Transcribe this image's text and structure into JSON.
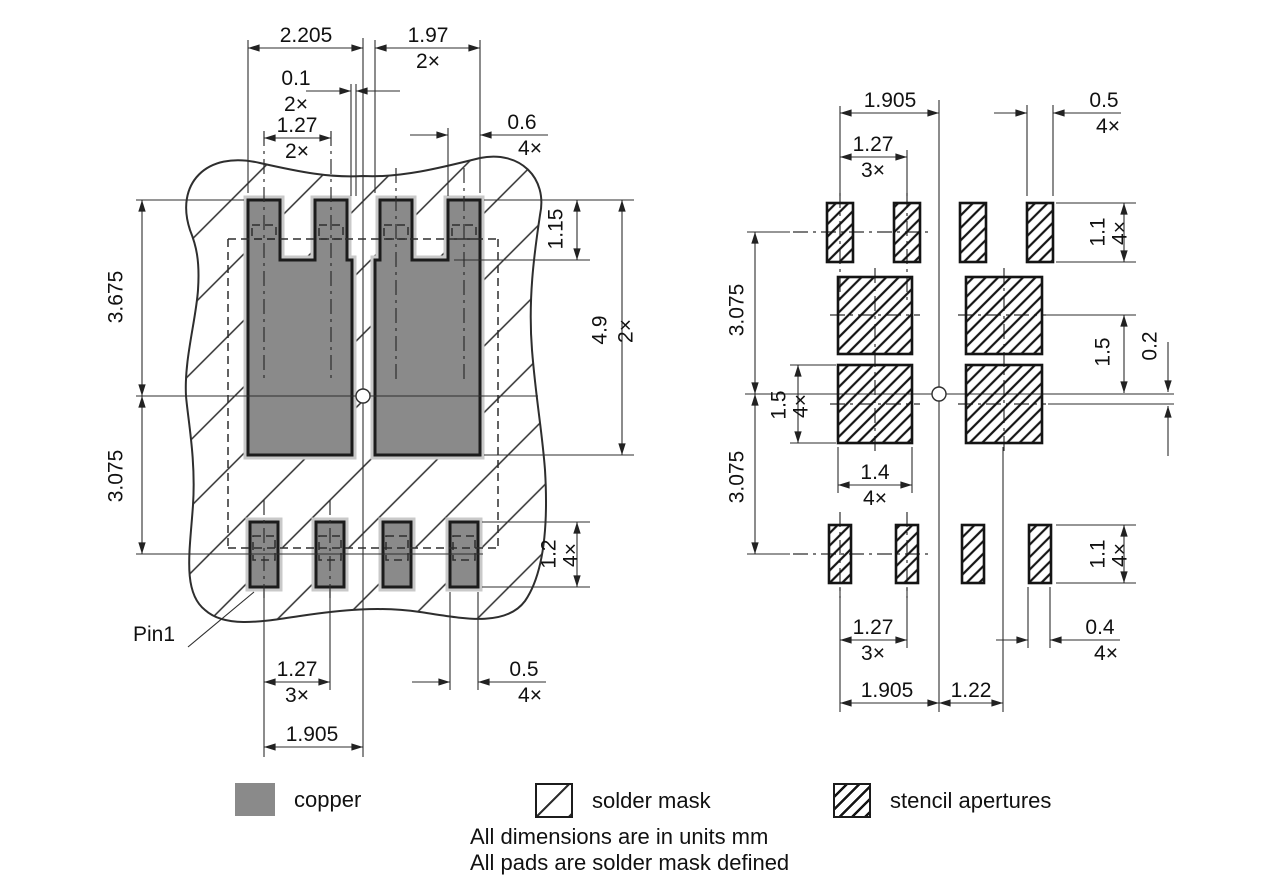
{
  "left_view": {
    "pin1_label": "Pin1",
    "dim_2205": {
      "value": "2.205"
    },
    "dim_197": {
      "value": "1.97",
      "count": "2×"
    },
    "dim_01": {
      "value": "0.1",
      "count": "2×"
    },
    "dim_127_top": {
      "value": "1.27",
      "count": "2×"
    },
    "dim_06": {
      "value": "0.6",
      "count": "4×"
    },
    "dim_115": {
      "value": "1.15"
    },
    "dim_49": {
      "value": "4.9",
      "count": "2×"
    },
    "dim_3675": {
      "value": "3.675"
    },
    "dim_3075": {
      "value": "3.075"
    },
    "dim_12": {
      "value": "1.2",
      "count": "4×"
    },
    "dim_127_bottom": {
      "value": "1.27",
      "count": "3×"
    },
    "dim_05": {
      "value": "0.5",
      "count": "4×"
    },
    "dim_1905": {
      "value": "1.905"
    }
  },
  "right_view": {
    "dim_1905_top": {
      "value": "1.905"
    },
    "dim_05_top": {
      "value": "0.5",
      "count": "4×"
    },
    "dim_127_top": {
      "value": "1.27",
      "count": "3×"
    },
    "dim_11_top": {
      "value": "1.1",
      "count": "4×"
    },
    "dim_3075_top": {
      "value": "3.075"
    },
    "dim_15_right": {
      "value": "1.5"
    },
    "dim_02": {
      "value": "0.2"
    },
    "dim_15_left": {
      "value": "1.5",
      "count": "4×"
    },
    "dim_14": {
      "value": "1.4",
      "count": "4×"
    },
    "dim_3075_bottom": {
      "value": "3.075"
    },
    "dim_11_bottom": {
      "value": "1.1",
      "count": "4×"
    },
    "dim_127_bottom": {
      "value": "1.27",
      "count": "3×"
    },
    "dim_04": {
      "value": "0.4",
      "count": "4×"
    },
    "dim_1905_bottom": {
      "value": "1.905"
    },
    "dim_122": {
      "value": "1.22"
    }
  },
  "legend": {
    "copper_label": "copper",
    "solder_mask_label": "solder mask",
    "stencil_label": "stencil apertures"
  },
  "notes": [
    "All dimensions are in units mm",
    "All pads are solder mask defined"
  ],
  "colors": {
    "copper_fill": "#8a8a8a",
    "line": "#2e2e2e",
    "text": "#111111"
  }
}
